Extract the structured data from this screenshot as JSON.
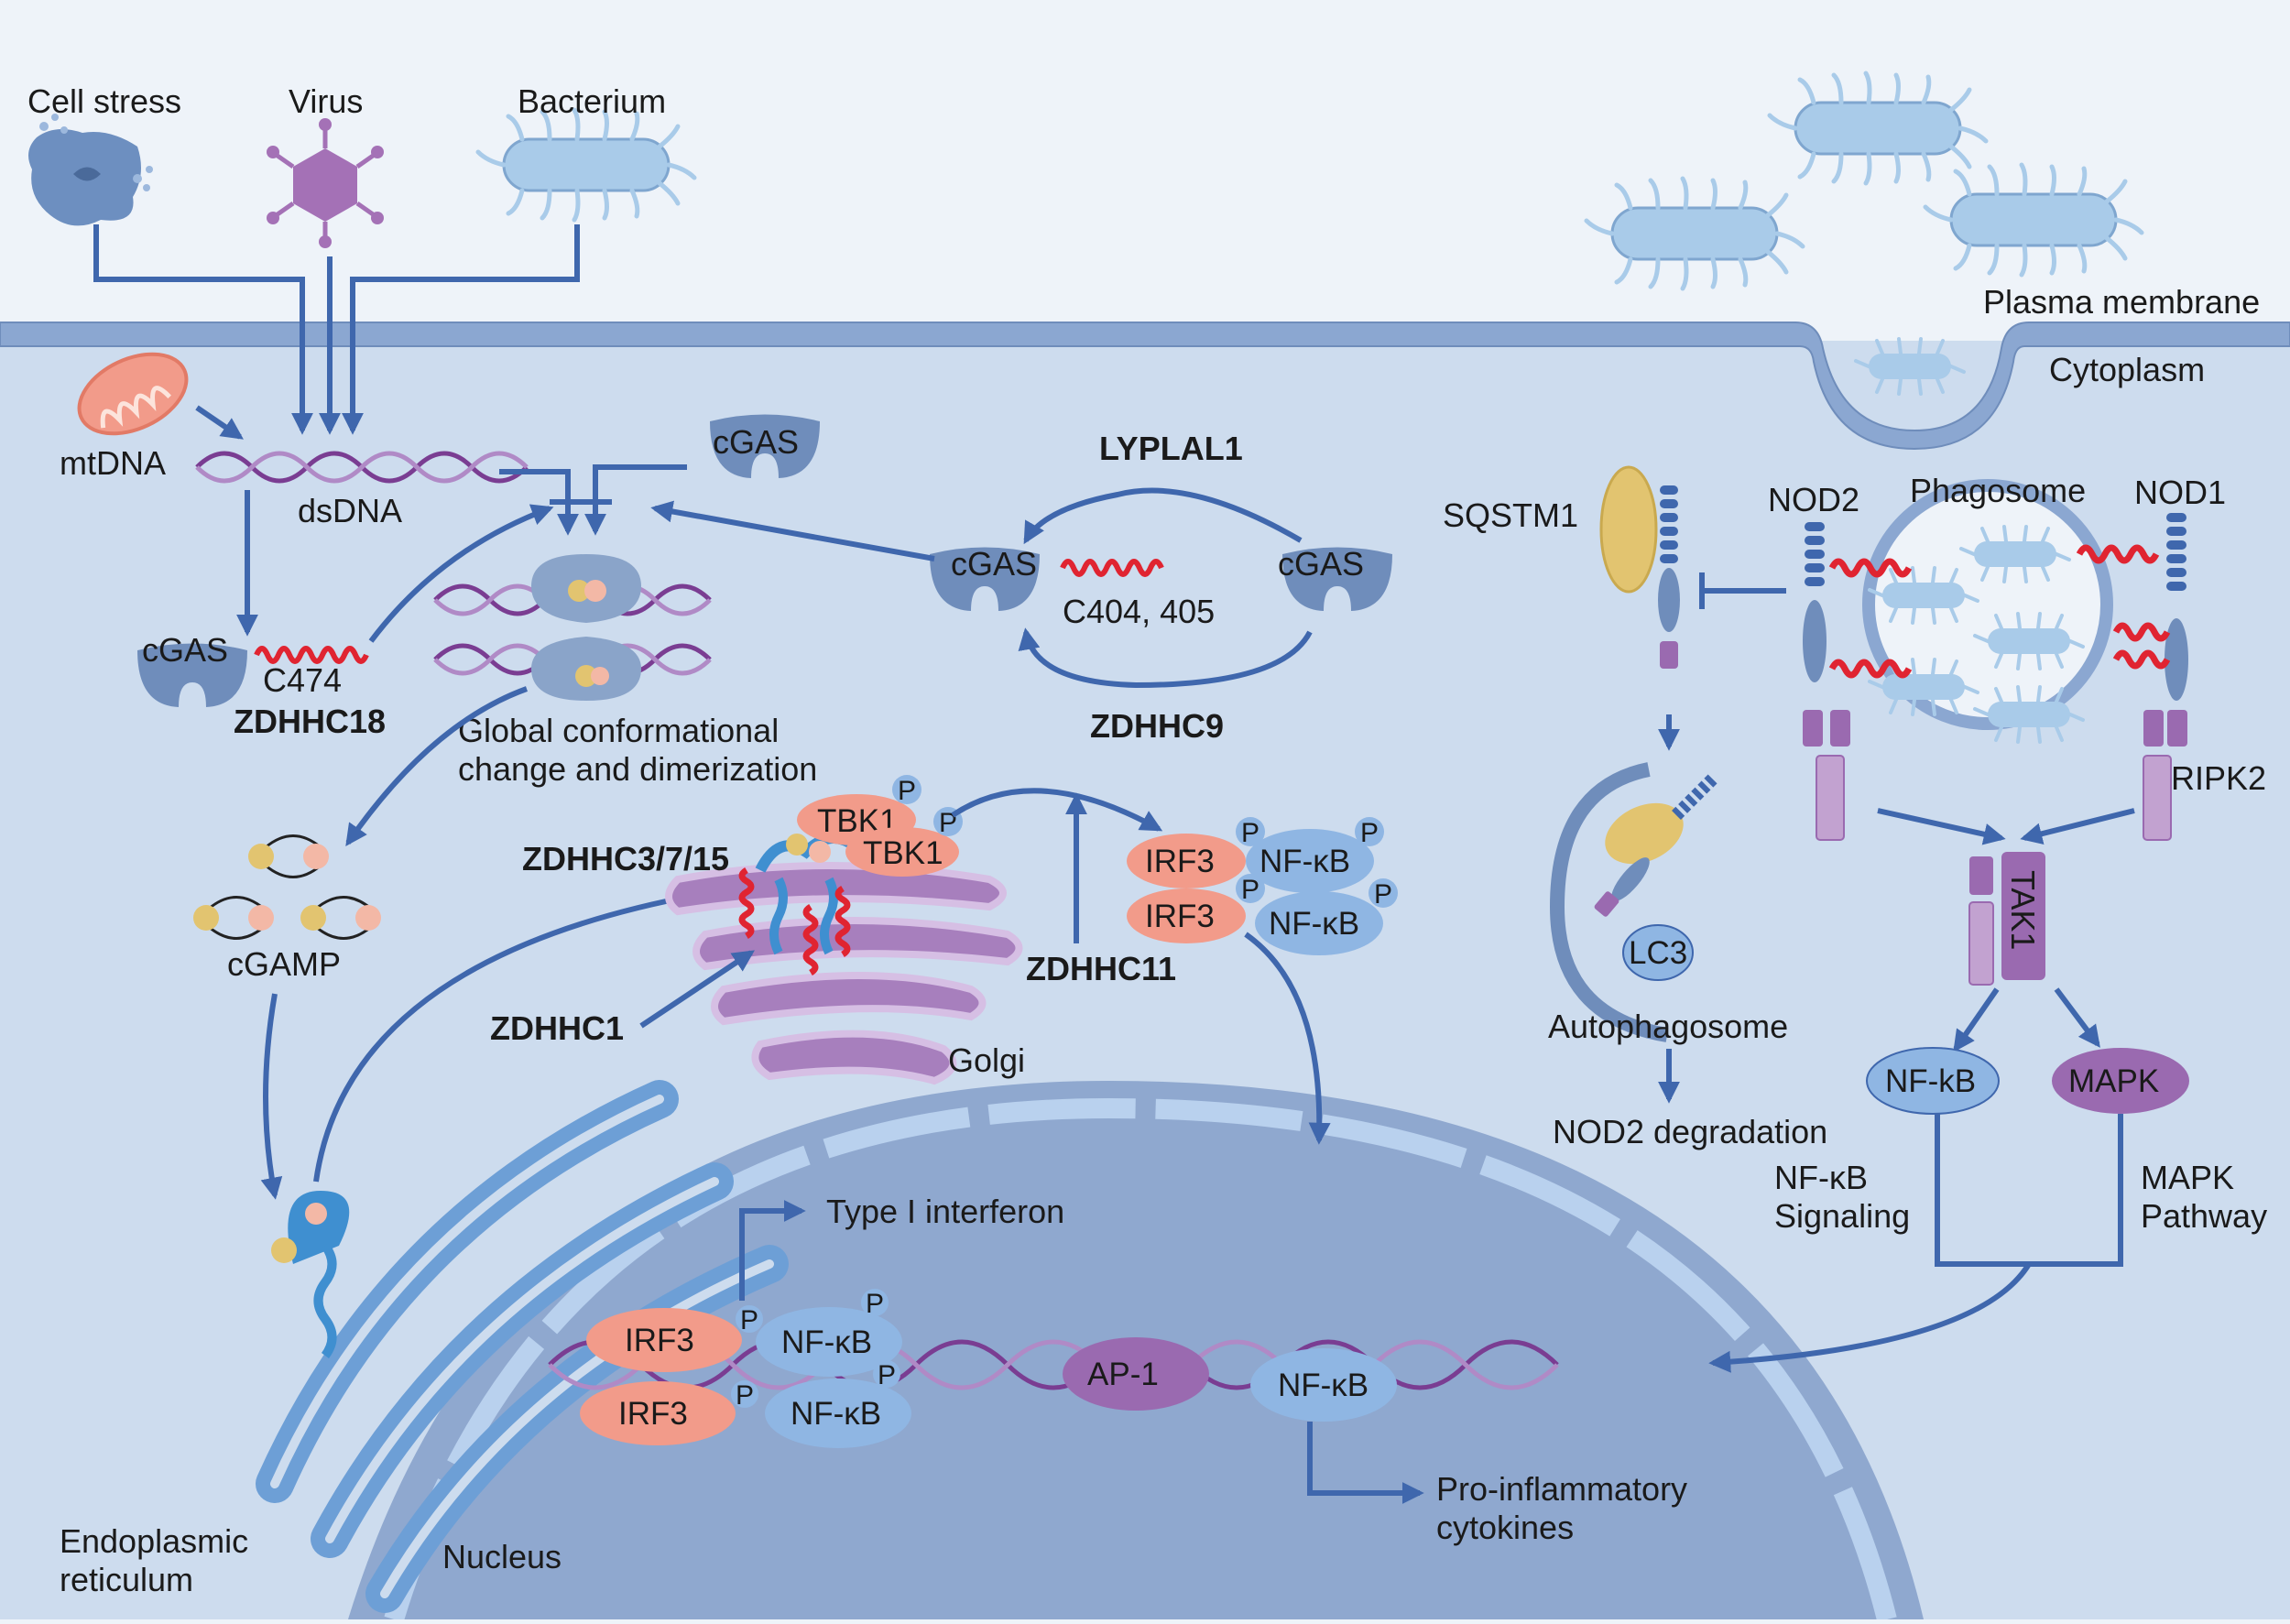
{
  "labels": {
    "cell_stress": "Cell stress",
    "virus": "Virus",
    "bacterium": "Bacterium",
    "plasma_membrane": "Plasma membrane",
    "cytoplasm": "Cytoplasm",
    "mtdna": "mtDNA",
    "dsdna": "dsDNA",
    "cgas": "cGAS",
    "c474": "C474",
    "zdhhc18": "ZDHHC18",
    "lyplal1": "LYPLAL1",
    "c404_405": "C404, 405",
    "zdhhc9": "ZDHHC9",
    "global_change_1": "Global conformational",
    "global_change_2": "change and dimerization",
    "cgamp": "cGAMP",
    "tbk1": "TBK1",
    "p": "P",
    "zdhhc3_7_15": "ZDHHC3/7/15",
    "zdhhc1": "ZDHHC1",
    "zdhhc11": "ZDHHC11",
    "golgi": "Golgi",
    "irf3": "IRF3",
    "nfkb": "NF-κB",
    "nfkb_plain": "NF-kB",
    "ap1": "AP-1",
    "type1_ifn": "Type I interferon",
    "proinflammatory_1": "Pro-inflammatory",
    "proinflammatory_2": "cytokines",
    "er_1": "Endoplasmic",
    "er_2": "reticulum",
    "nucleus": "Nucleus",
    "sqstm1": "SQSTM1",
    "nod2": "NOD2",
    "phagosome": "Phagosome",
    "nod1": "NOD1",
    "ripk2": "RIPK2",
    "tak1": "TAK1",
    "lc3": "LC3",
    "autophagosome": "Autophagosome",
    "nod2_degradation": "NOD2 degradation",
    "mapk": "MAPK",
    "nfkb_signaling_1": "NF-κB",
    "nfkb_signaling_2": "Signaling",
    "mapk_pathway_1": "MAPK",
    "mapk_pathway_2": "Pathway"
  },
  "colors": {
    "extracellular": "#eef3f9",
    "membrane": "#8ba7d1",
    "cytoplasm": "#cddcee",
    "nucleus": "#8fa8cf",
    "arrow": "#3f67ad",
    "palmitoyl": "#e02431",
    "irf3": "#f29b8a",
    "nfkb": "#8fb6e3",
    "golgi": "#a77fbd",
    "er": "#6d9fd6",
    "bacterium": "#a9cbe9",
    "virus": "#a471b6",
    "sqstm1": "#e2c470"
  }
}
